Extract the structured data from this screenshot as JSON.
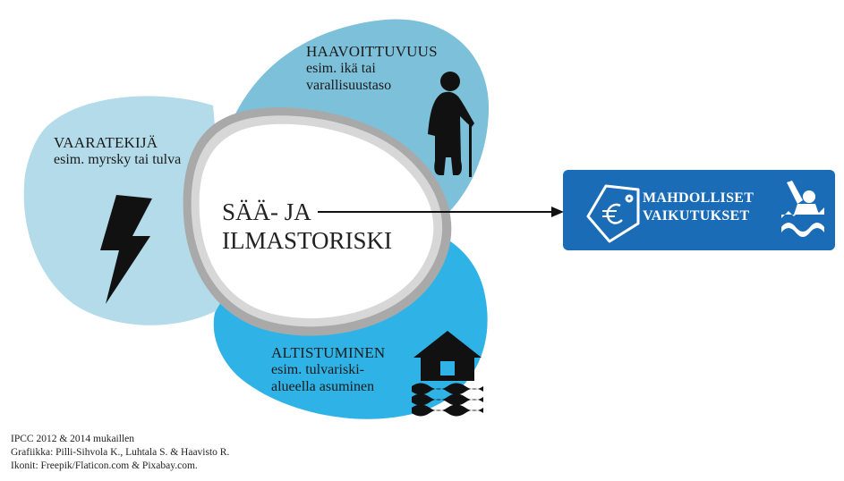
{
  "hazard": {
    "title": "VAARATEKIJÄ",
    "example": "esim. myrsky tai tulva",
    "icon": "lightning-bolt-icon",
    "color": "#b3dbe9"
  },
  "vulnerability": {
    "title": "HAAVOITTUVUUS",
    "example": "esim. ikä tai varallisuustaso",
    "icon": "elderly-person-with-cane-icon",
    "color": "#7dc0da"
  },
  "exposure": {
    "title": "ALTISTUMINEN",
    "example": "esim. tulvariski-alueella asuminen",
    "icon": "flooded-house-icon",
    "color": "#2fb3e6"
  },
  "center": {
    "line1": "SÄÄ- JA",
    "line2": "ILMASTORISKI"
  },
  "impacts": {
    "line1": "MAHDOLLISET",
    "line2": "VAIKUTUKSET",
    "icons": [
      "euro-price-tag-icon",
      "drowning-person-icon"
    ],
    "color": "#1a6cb6"
  },
  "credits": [
    "IPCC 2012 & 2014 mukaillen",
    "Grafiikka: Pilli-Sihvola K., Luhtala S. & Haavisto R.",
    "Ikonit: Freepik/Flaticon.com & Pixabay.com."
  ]
}
